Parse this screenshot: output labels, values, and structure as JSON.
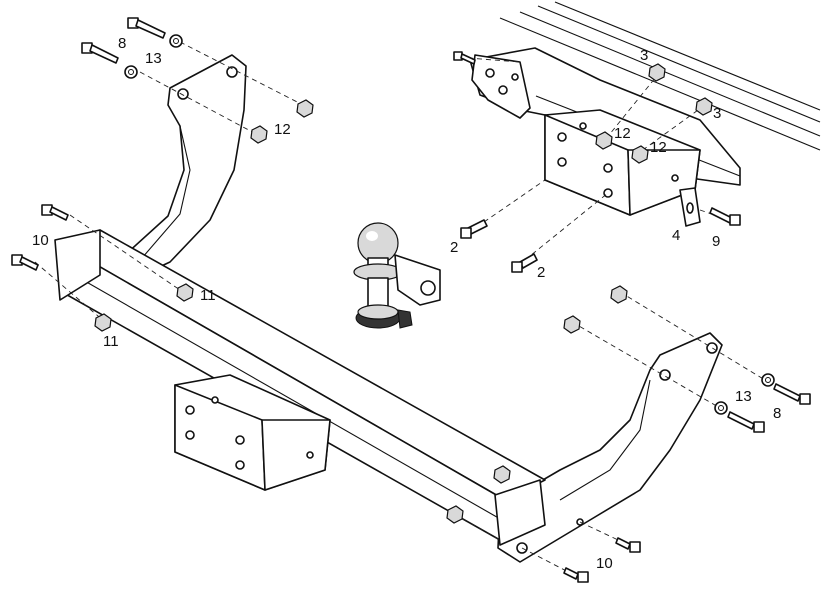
{
  "callouts": {
    "c_8_top": "8",
    "c_13_top": "13",
    "c_12_top": "12",
    "c_10_left": "10",
    "c_11_a": "11",
    "c_11_b": "11",
    "c_3_a": "3",
    "c_3_b": "3",
    "c_12_a": "12",
    "c_12_b": "12",
    "c_2_a": "2",
    "c_2_b": "2",
    "c_4": "4",
    "c_9": "9",
    "c_13_right": "13",
    "c_8_right": "8",
    "c_10_bottom": "10"
  }
}
